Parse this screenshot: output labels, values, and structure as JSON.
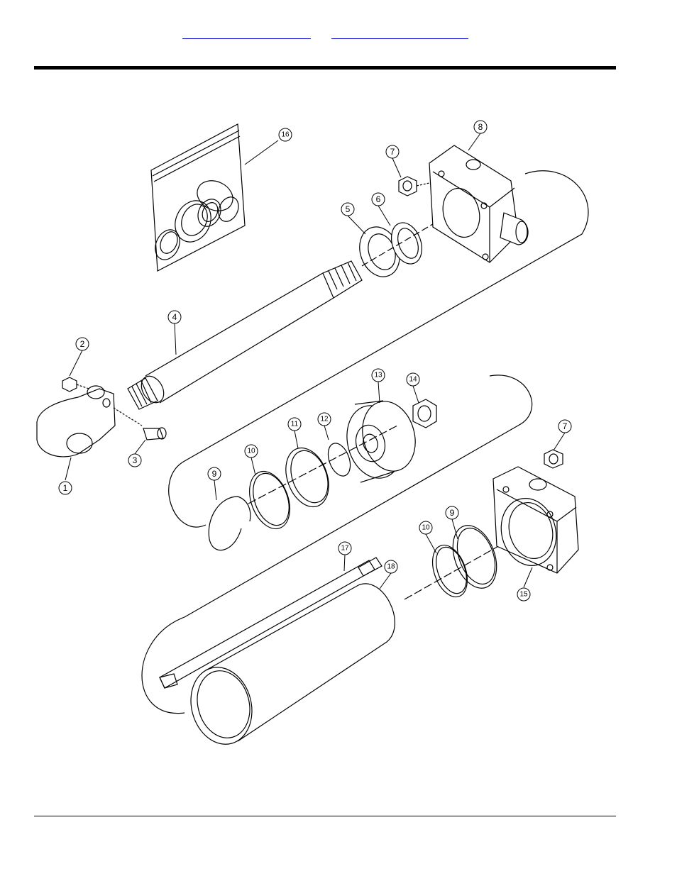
{
  "nav": {
    "link_1": "",
    "link_2": ""
  },
  "callouts": {
    "p1": "1",
    "p2": "2",
    "p3": "3",
    "p4": "4",
    "p5": "5",
    "p6": "6",
    "p7a": "7",
    "p7b": "7",
    "p8": "8",
    "p9a": "9",
    "p9b": "9",
    "p10a": "10",
    "p10b": "10",
    "p11": "11",
    "p12": "12",
    "p13": "13",
    "p14": "14",
    "p15": "15",
    "p16": "16",
    "p17": "17",
    "p18": "18"
  }
}
